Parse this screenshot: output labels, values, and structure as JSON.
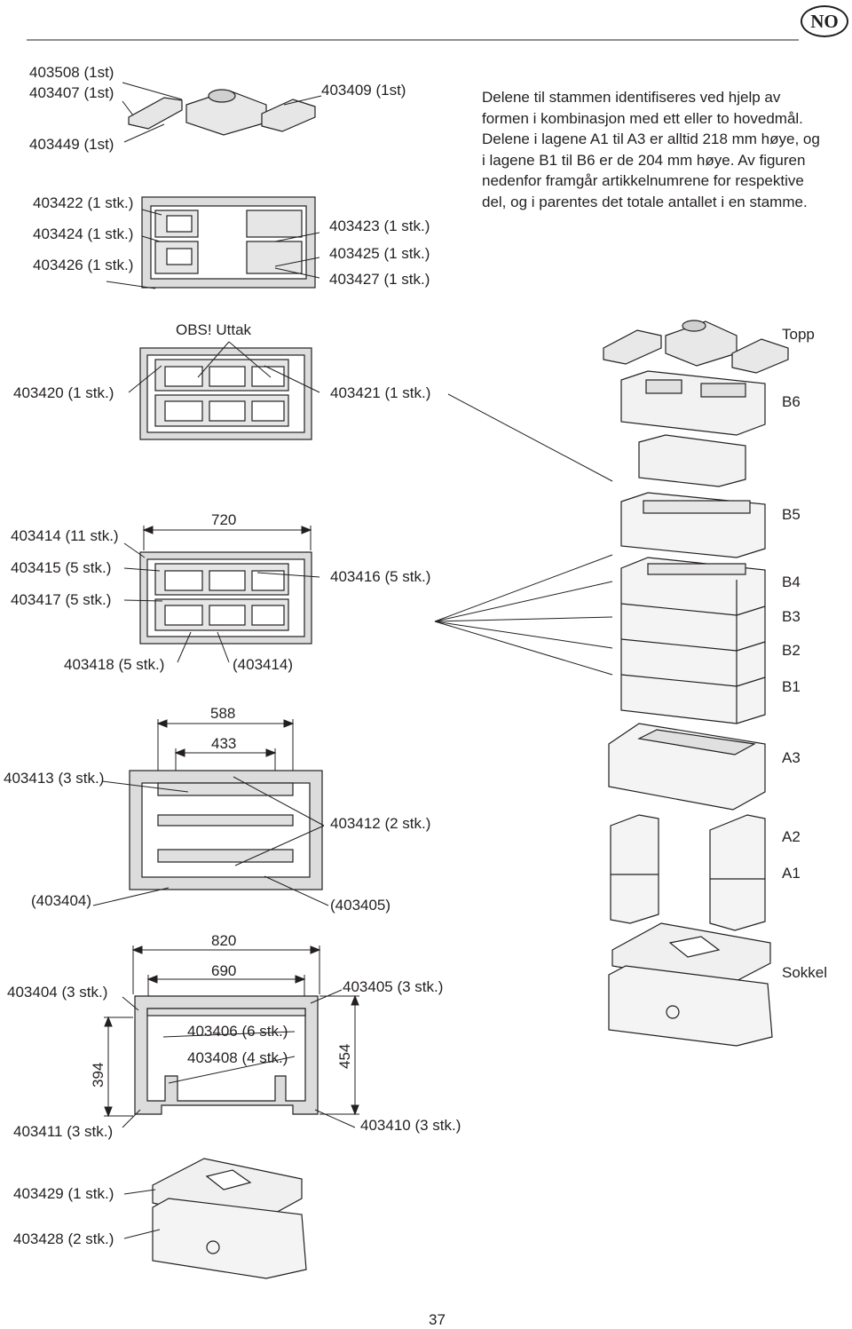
{
  "header": {
    "language_badge": "NO"
  },
  "intro_text": {
    "lines": [
      "Delene til stammen identifiseres ved hjelp av",
      "formen i kombinasjon med ett eller to hovedmål.",
      "Delene i lagene A1 til A3 er alltid 218 mm høye, og",
      "i lagene B1 til B6 er de 204 mm høye. Av figuren",
      "nedenfor framgår artikkelnumrene for respektive",
      "del, og i parentes det totale antallet i en stamme."
    ]
  },
  "labels": {
    "p403508": "403508 (1st)",
    "p403407": "403407 (1st)",
    "p403449": "403449 (1st)",
    "p403409": "403409 (1st)",
    "p403422": "403422 (1 stk.)",
    "p403424": "403424 (1 stk.)",
    "p403426": "403426 (1 stk.)",
    "p403423": "403423 (1 stk.)",
    "p403425": "403425 (1 stk.)",
    "p403427": "403427 (1 stk.)",
    "obs": "OBS! Uttak",
    "p403420": "403420 (1 stk.)",
    "p403421": "403421 (1 stk.)",
    "p403414": "403414 (11 stk.)",
    "p403415": "403415 (5 stk.)",
    "p403417": "403417 (5 stk.)",
    "p403416": "403416 (5 stk.)",
    "p403418": "403418 (5 stk.)",
    "ref403414": "(403414)",
    "p403413": "403413 (3 stk.)",
    "p403412": "403412 (2 stk.)",
    "ref403404": "(403404)",
    "ref403405": "(403405)",
    "p403404": "403404 (3 stk.)",
    "p403405": "403405 (3 stk.)",
    "p403406": "403406 (6 stk.)",
    "p403408": "403408 (4 stk.)",
    "p403411": "403411 (3 stk.)",
    "p403410": "403410 (3 stk.)",
    "p403429": "403429 (1 stk.)",
    "p403428": "403428 (2 stk.)"
  },
  "dimensions": {
    "d720": "720",
    "d588": "588",
    "d433": "433",
    "d820": "820",
    "d690": "690",
    "d394": "394",
    "d454": "454"
  },
  "layers": {
    "topp": "Topp",
    "b6": "B6",
    "b5": "B5",
    "b4": "B4",
    "b3": "B3",
    "b2": "B2",
    "b1": "B1",
    "a3": "A3",
    "a2": "A2",
    "a1": "A1",
    "sokkel": "Sokkel"
  },
  "footer": {
    "page_number": "37"
  }
}
